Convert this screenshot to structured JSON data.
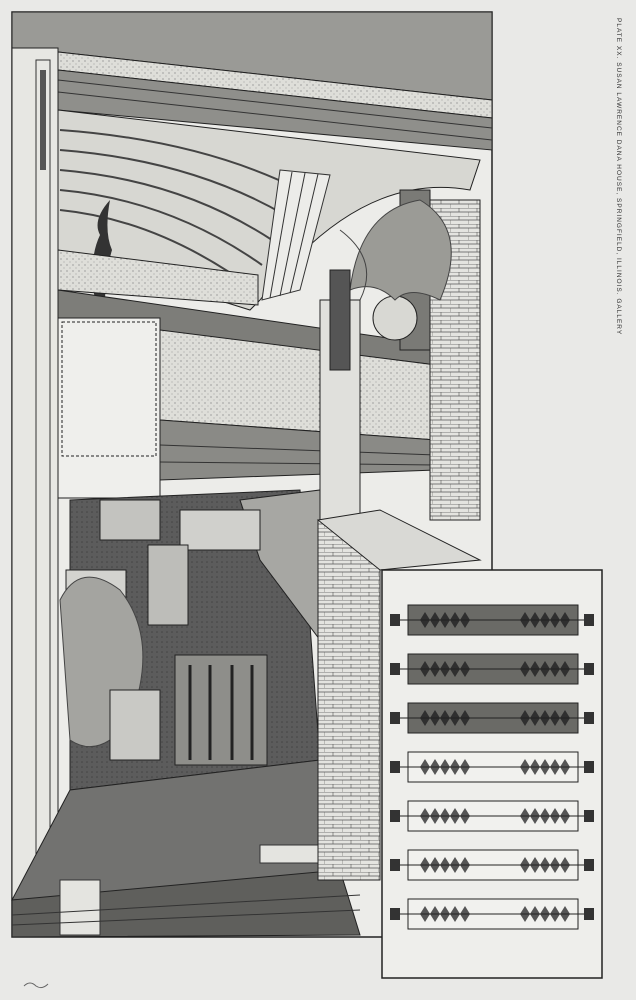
{
  "plate": {
    "caption": "PLATE XX. SUSAN LAWRENCE DANA HOUSE, SPRINGFIELD, ILLINOIS. GALLERY"
  },
  "colors": {
    "paper": "#e9e9e7",
    "ink": "#2a2a2a",
    "dark": "#555555",
    "mid": "#8a8a8a",
    "light": "#cfcfcc"
  },
  "art_glass": {
    "panel_count": 7,
    "dark_panels": 3
  }
}
